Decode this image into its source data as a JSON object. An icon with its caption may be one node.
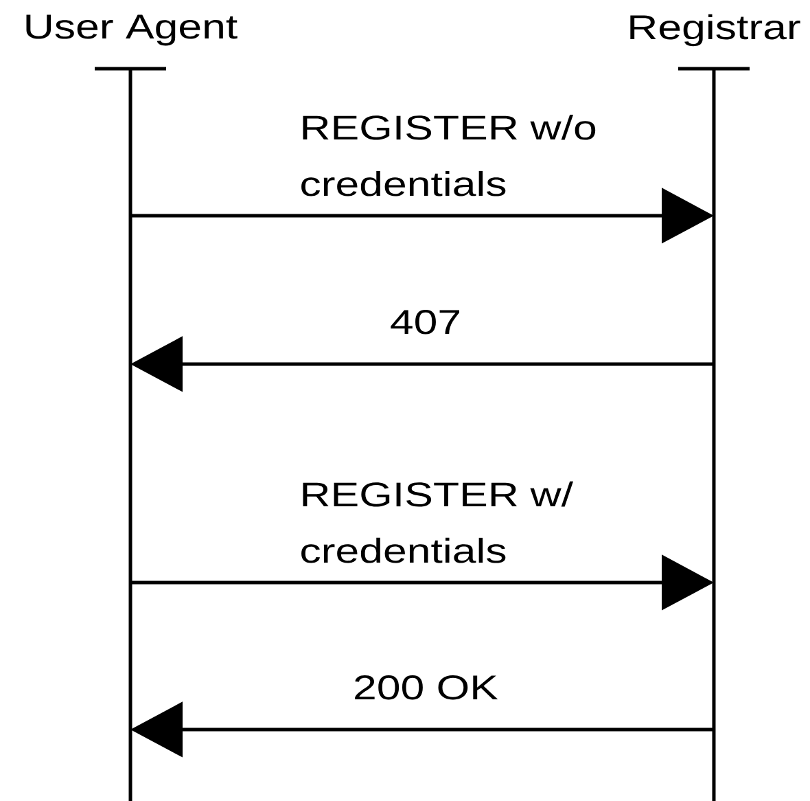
{
  "diagram": {
    "nodes": [
      {
        "text": [
          "User Agent"
        ]
      },
      {
        "text": [
          "Registrar"
        ]
      }
    ],
    "edges": [
      {
        "from": 0,
        "to": 1,
        "arrow": "to",
        "label": "REGISTER w/o credentials"
      },
      {
        "from": 1,
        "to": 0,
        "arrow": "to",
        "label": "407"
      },
      {
        "from": 0,
        "to": 1,
        "arrow": "to",
        "label": "REGISTER w/ credentials"
      },
      {
        "from": 1,
        "to": 0,
        "arrow": "to",
        "label": "200 OK"
      }
    ]
  }
}
